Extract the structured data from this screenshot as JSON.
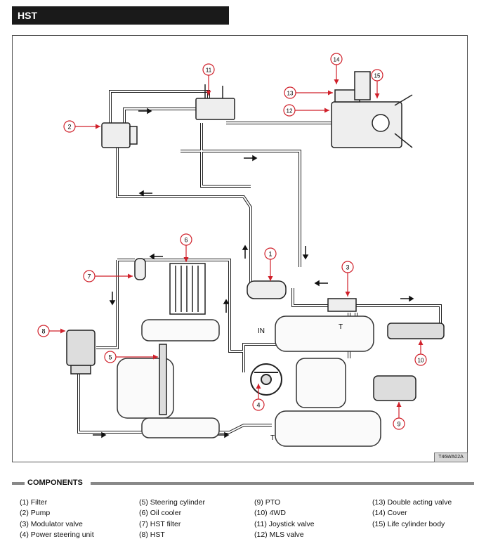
{
  "header": {
    "title": "HST"
  },
  "figure": {
    "code": "T46WA02A",
    "labels": {
      "in": "IN",
      "t1": "T",
      "t2": "T"
    },
    "callouts": [
      "1",
      "2",
      "3",
      "4",
      "5",
      "6",
      "7",
      "8",
      "9",
      "10",
      "11",
      "12",
      "13",
      "14",
      "15"
    ]
  },
  "components": {
    "heading": "COMPONENTS",
    "columns": [
      [
        "(1) Filter",
        "(2) Pump",
        "(3) Modulator valve",
        "(4) Power steering unit"
      ],
      [
        "(5) Steering cylinder",
        "(6) Oil cooler",
        "(7) HST filter",
        "(8) HST"
      ],
      [
        "(9) PTO",
        "(10) 4WD",
        "(11) Joystick valve",
        "(12) MLS valve"
      ],
      [
        "(13) Double acting valve",
        "(14) Cover",
        "(15) Life cylinder body"
      ]
    ]
  }
}
